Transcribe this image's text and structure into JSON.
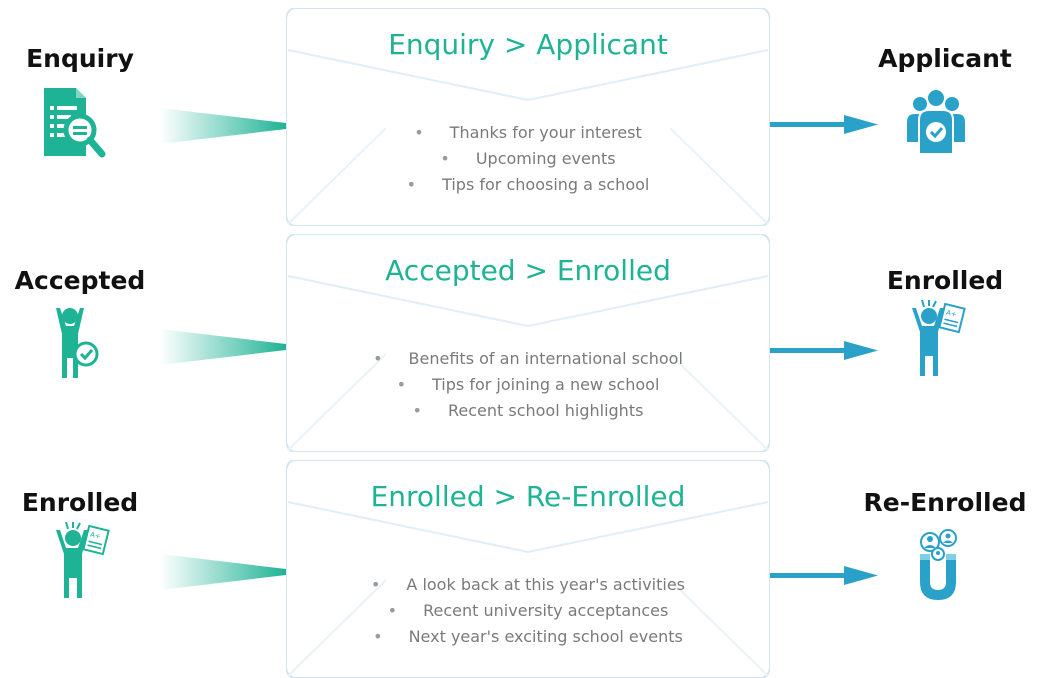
{
  "colors": {
    "teal": "#1fb395",
    "blue": "#2aa1c8",
    "text_dark": "#111111",
    "text_grey": "#7a7a7a",
    "envelope_border": "#d3e6f2"
  },
  "stages": [
    {
      "from_label": "Enquiry",
      "from_icon": "document-search-icon",
      "title": "Enquiry  >  Applicant",
      "items": [
        "Thanks for your interest",
        "Upcoming events",
        "Tips for choosing a school"
      ],
      "to_label": "Applicant",
      "to_icon": "user-group-check-icon"
    },
    {
      "from_label": "Accepted",
      "from_icon": "person-check-icon",
      "title": "Accepted  >  Enrolled",
      "items": [
        "Benefits of an international school",
        "Tips for joining a new school",
        "Recent school highlights"
      ],
      "to_label": "Enrolled",
      "to_icon": "person-celebrating-icon"
    },
    {
      "from_label": "Enrolled",
      "from_icon": "person-celebrating-icon",
      "title": "Enrolled  >  Re-Enrolled",
      "items": [
        "A look back at this year's activities",
        "Recent university acceptances",
        "Next year's exciting school events"
      ],
      "to_label": "Re-Enrolled",
      "to_icon": "magnet-people-icon"
    }
  ]
}
